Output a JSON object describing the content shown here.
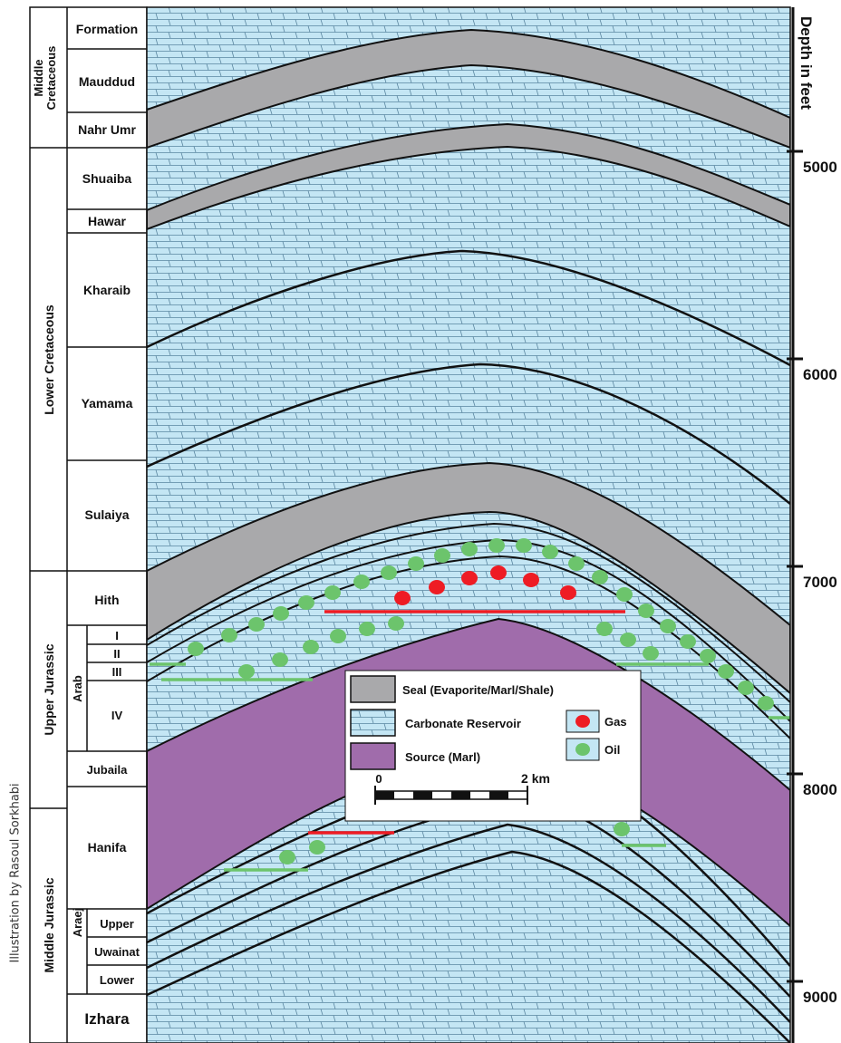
{
  "columns": {
    "formation_header": "Formation",
    "depth_header": "Depth in feet"
  },
  "periods": [
    {
      "name": "Middle Cretaceous"
    },
    {
      "name": "Lower Cretaceous"
    },
    {
      "name": "Upper Jurassic"
    },
    {
      "name": "Middle Jurassic"
    }
  ],
  "groups": [
    {
      "name": "Arab"
    },
    {
      "name": "Araej"
    }
  ],
  "formations": [
    {
      "name": "Mauddud"
    },
    {
      "name": "Nahr Umr"
    },
    {
      "name": "Shuaiba"
    },
    {
      "name": "Hawar"
    },
    {
      "name": "Kharaib"
    },
    {
      "name": "Yamama"
    },
    {
      "name": "Sulaiya"
    },
    {
      "name": "Hith"
    },
    {
      "name": "I"
    },
    {
      "name": "II"
    },
    {
      "name": "III"
    },
    {
      "name": "IV"
    },
    {
      "name": "Jubaila"
    },
    {
      "name": "Hanifa"
    },
    {
      "name": "Upper"
    },
    {
      "name": "Uwainat"
    },
    {
      "name": "Lower"
    },
    {
      "name": "Izhara"
    }
  ],
  "depth_ticks": [
    {
      "label": "5000"
    },
    {
      "label": "6000"
    },
    {
      "label": "7000"
    },
    {
      "label": "8000"
    },
    {
      "label": "9000"
    }
  ],
  "legend": {
    "seal": "Seal (Evaporite/Marl/Shale)",
    "carbonate": "Carbonate Reservoir",
    "source": "Source (Marl)",
    "gas": "Gas",
    "oil": "Oil",
    "scale_start": "0",
    "scale_end": "2 km"
  },
  "colors": {
    "seal": "#a9a9ab",
    "carbonate": "#c4e6f4",
    "carbonate_lines": "#5a86a0",
    "source": "#a06cab",
    "gas": "#ee1c24",
    "oil": "#6cc46c",
    "gas_contact": "#ee1c24",
    "oil_contact": "#6cc46c"
  },
  "credit": "Illustration by Rasoul Sorkhabi"
}
